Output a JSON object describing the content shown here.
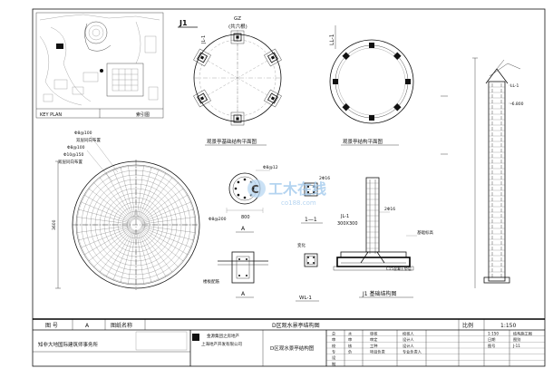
{
  "key_plan": {
    "left_label": "KEY PLAN",
    "right_label": "索引图"
  },
  "plan_j1": {
    "tag": "J1",
    "top_label": "GZ",
    "top_count": "(共六根)",
    "section_tag": "JL-1",
    "caption": "观景亭基础结构平面图"
  },
  "plan_roof": {
    "section_tag": "LL-1",
    "caption": "观景亭结构平面图"
  },
  "elevation": {
    "labels": [
      "LL-1",
      "-6.800"
    ]
  },
  "roof_plan": {
    "labels": [
      "Φ8@100",
      "双层同向布置",
      "Φ8@100",
      "Φ10@150",
      "双层同向布置"
    ],
    "side_dim": "3600"
  },
  "column": {
    "labels": [
      "Φ8@12",
      "Φ8@200",
      "800",
      "A"
    ]
  },
  "section_11": {
    "title": "1—1",
    "rebar": "2Φ16"
  },
  "section_a": {
    "title": "A",
    "note": "楼板配筋"
  },
  "wl": {
    "title": "WL-1",
    "note": "变化"
  },
  "footing": {
    "tag": "JL-1",
    "sub": "300X300",
    "rebar": "2Φ16",
    "note1": "基础标高",
    "note2": "C15混凝土垫层",
    "caption": "J1 基础结构图"
  },
  "watermark": {
    "text": "工木在线",
    "url": "co188.com"
  },
  "title_block": {
    "fig_label": "图  号",
    "fig_no": "A",
    "name_label": "图纸名称",
    "name": "D区观水景亭结构图",
    "scale_label": "比例",
    "scale": "1:150",
    "designer": "知非大地国际建筑师事务所",
    "firm_lines": [
      "金源集团之房地产",
      "上海地产开发有限公司"
    ],
    "drawing_title": "D区观水景亭结构图",
    "roles": [
      "总",
      "审",
      "校",
      "专",
      "设",
      "制"
    ],
    "grid": [
      [
        "水",
        "审核",
        "校核人"
      ],
      [
        "审",
        "审定",
        "设计人"
      ],
      [
        "核",
        "工种",
        "设计人"
      ],
      [
        "负",
        "项目负责",
        "专业负责人"
      ]
    ],
    "right_cells": [
      "1:150",
      "结构施工图",
      "日期",
      "图别",
      "图号",
      "J-11"
    ]
  }
}
